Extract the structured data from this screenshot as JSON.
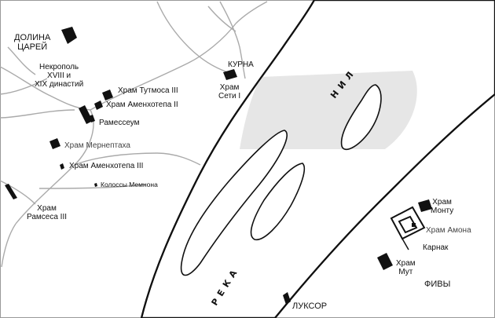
{
  "map": {
    "colors": {
      "water": "#ffffff",
      "water_shade": "#e6e6e6",
      "outline": "#111111",
      "road": "#aaaaaa",
      "building": "#111111"
    },
    "river_name_1": "Н И Л",
    "river_name_2": "Р Е К А",
    "labels": {
      "valley_of_kings": [
        "ДОЛИНА",
        "ЦАРЕЙ"
      ],
      "necropolis": [
        "Некрополь",
        "XVIII и",
        "XIX династий"
      ],
      "temple_thutmose": "Храм Тутмоса III",
      "temple_amenhotep2": "Храм Аменхотепа II",
      "ramesseum": "Рамессеум",
      "temple_merneptah": "Храм Мернептаха",
      "temple_amenhotep3": "Храм Аменхотепа III",
      "colossi": "Колоссы Мемнона",
      "temple_ramses3": [
        "Храм",
        "Рамсеса III"
      ],
      "kurna": "КУРНА",
      "temple_seti": [
        "Храм",
        "Сети I"
      ],
      "temple_montu": [
        "Храм",
        "Монту"
      ],
      "temple_amun": "Храм Амона",
      "karnak": "Карнак",
      "temple_mut": [
        "Храм",
        "Мут"
      ],
      "thebes": "ФИВЫ",
      "luxor": "ЛУКСОР"
    }
  }
}
